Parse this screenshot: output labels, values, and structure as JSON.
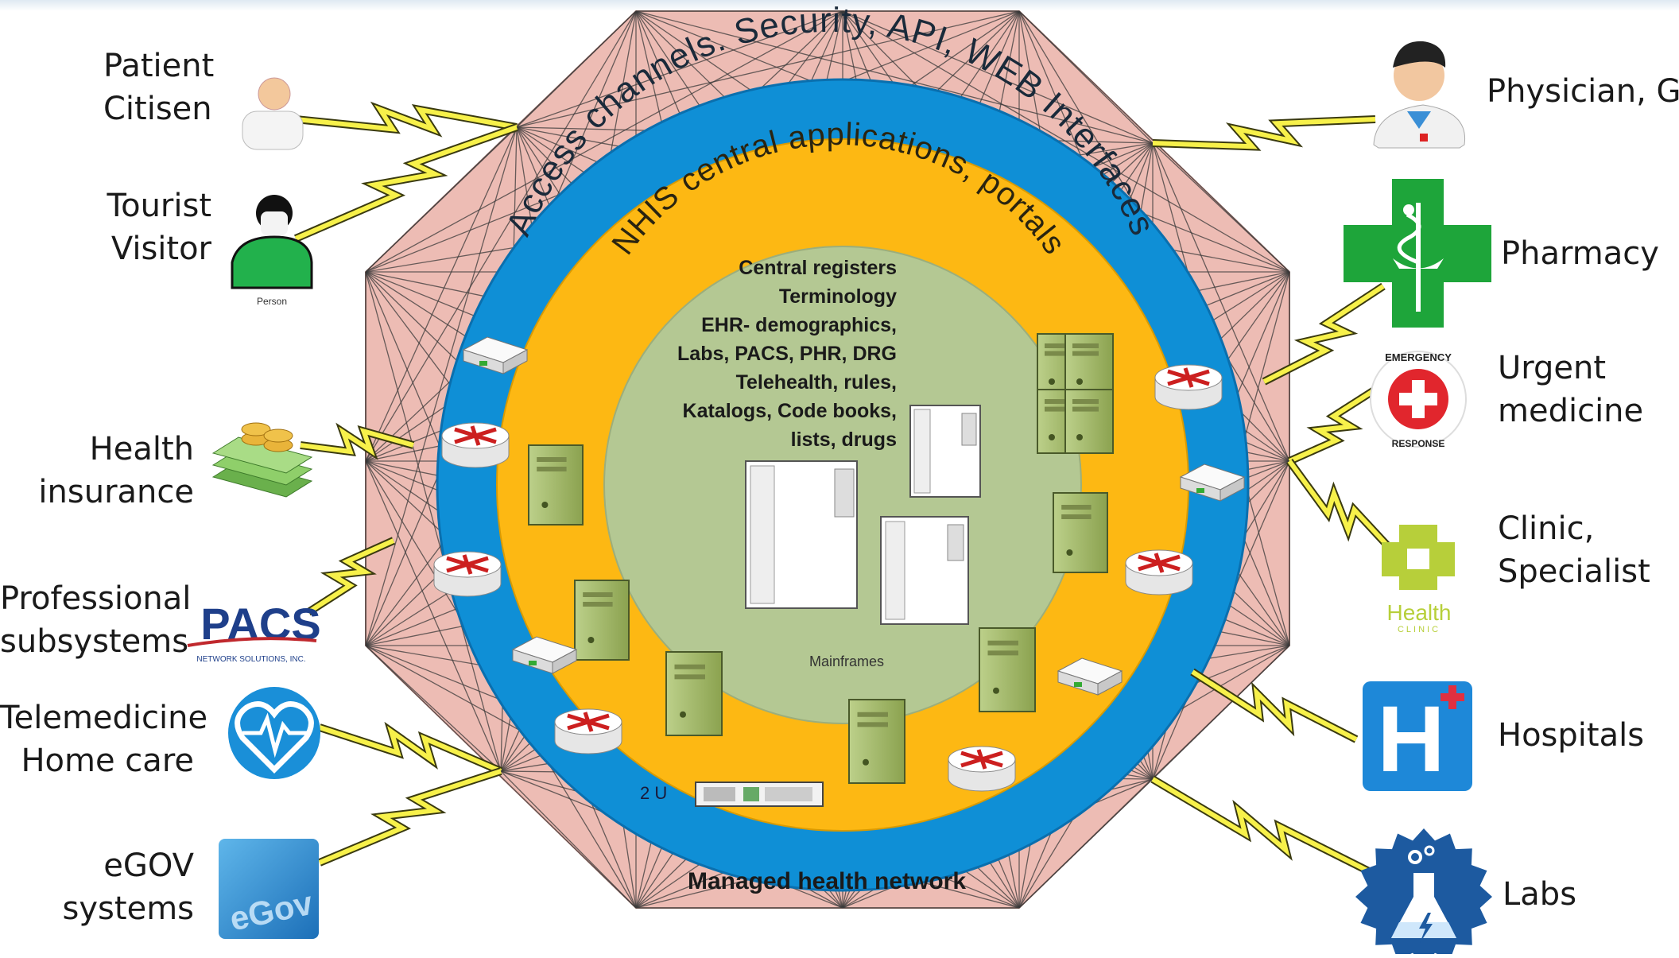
{
  "network": {
    "title": "Managed health network",
    "access_ring": "Access channels. Security, API, WEB Interfaces",
    "apps_ring": "NHIS central applications, portals",
    "center": {
      "lines": [
        "Central registers",
        "Terminology",
        "EHR- demographics,",
        "Labs,  PACS, PHR, DRG",
        "Telehealth, rules,",
        "Katalogs, Code books,",
        "lists, drugs"
      ],
      "mainframes": "Mainframes",
      "rack_label": "2 U"
    }
  },
  "left_nodes": [
    {
      "id": "patient",
      "lines": [
        "Patient",
        "Citisen"
      ],
      "icon": "person-icon"
    },
    {
      "id": "tourist",
      "lines": [
        "Tourist",
        "Visitor"
      ],
      "icon": "green-person-icon",
      "caption": "Person"
    },
    {
      "id": "insurance",
      "lines": [
        "Health",
        "insurance"
      ],
      "icon": "money-icon"
    },
    {
      "id": "professional",
      "lines": [
        "Professional",
        "subsystems"
      ],
      "icon": "pacs-logo",
      "logo_text": "PACS",
      "logo_sub": "NETWORK SOLUTIONS, INC."
    },
    {
      "id": "telemedicine",
      "lines": [
        "Telemedicine",
        "Home care"
      ],
      "icon": "heart-monitor-icon"
    },
    {
      "id": "egov",
      "lines": [
        "eGOV",
        "systems"
      ],
      "icon": "egov-icon",
      "logo_text": "eGov"
    }
  ],
  "right_nodes": [
    {
      "id": "physician",
      "lines": [
        "Physician, GP"
      ],
      "icon": "doctor-icon"
    },
    {
      "id": "pharmacy",
      "lines": [
        "Pharmacy"
      ],
      "icon": "pharmacy-cross-icon"
    },
    {
      "id": "urgent",
      "lines": [
        "Urgent",
        "medicine"
      ],
      "icon": "emergency-icon",
      "badge_top": "EMERGENCY",
      "badge_bottom": "RESPONSE"
    },
    {
      "id": "clinic",
      "lines": [
        "Clinic,",
        "Specialist"
      ],
      "icon": "health-clinic-icon",
      "logo_text": "Health",
      "logo_sub": "CLINIC"
    },
    {
      "id": "hospitals",
      "lines": [
        "Hospitals"
      ],
      "icon": "hospital-icon",
      "logo_text": "H"
    },
    {
      "id": "labs",
      "lines": [
        "Labs"
      ],
      "icon": "lab-flask-icon"
    }
  ],
  "colors": {
    "octagon": "#edbcb4",
    "access_ring": "#0f8fd6",
    "apps_ring": "#fdb813",
    "core": "#b4c893",
    "lightning": "#f7f14a",
    "mesh": "#3a3a3a"
  }
}
